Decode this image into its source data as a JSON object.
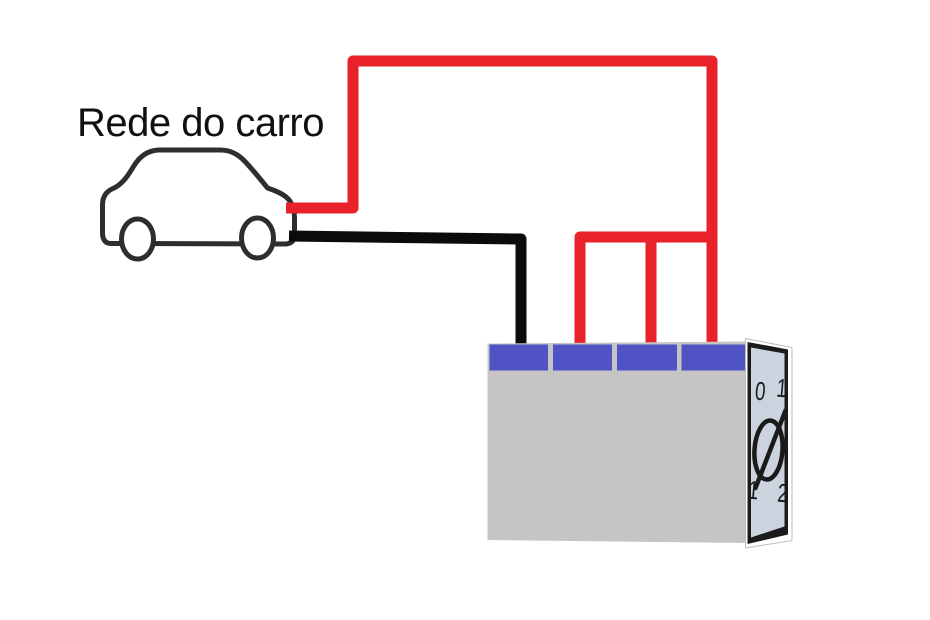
{
  "colors": {
    "background": "#ffffff",
    "wire_red": "#e8212a",
    "wire_black": "#0b0b0b",
    "car_outline": "#2e2e2e",
    "label_text": "#101010",
    "terminal_blue": "#4f53c3",
    "box_gray": "#c6c5c3",
    "panel_light": "#cbd3de",
    "panel_frame": "#1b1b1b",
    "panel_edge_white": "#ffffff",
    "dial_ink": "#1a1a1a"
  },
  "labels": {
    "car_network": "Rede do carro"
  },
  "rotary_switch": {
    "positions_top": [
      "0",
      "1"
    ],
    "positions_bottom": [
      "1",
      "2"
    ]
  }
}
